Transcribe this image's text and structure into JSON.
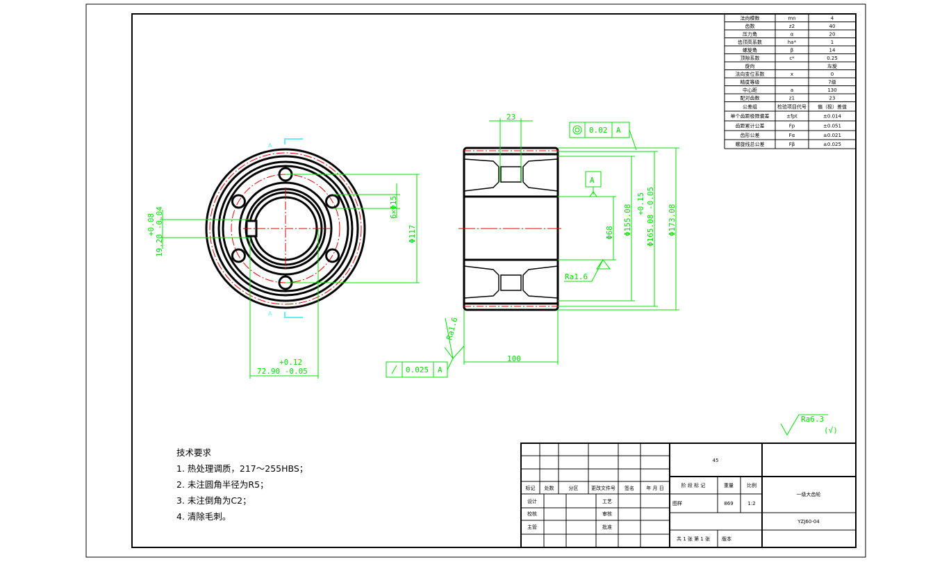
{
  "params_table": [
    [
      "法向模数",
      "mn",
      "4"
    ],
    [
      "齿数",
      "z2",
      "40"
    ],
    [
      "压力角",
      "α",
      "20"
    ],
    [
      "齿顶高系数",
      "ha*",
      "1"
    ],
    [
      "螺旋角",
      "β",
      "14"
    ],
    [
      "顶隙系数",
      "c*",
      "0.25"
    ],
    [
      "旋向",
      "",
      "左旋"
    ],
    [
      "法向变位系数",
      "x",
      "0"
    ],
    [
      "精度等级",
      "",
      "7级"
    ],
    [
      "中心距",
      "a",
      "130"
    ],
    [
      "配对齿数",
      "z1",
      "23"
    ]
  ],
  "tolerance_table": {
    "header": [
      "公差组",
      "检验项目代号",
      "偏（极）差值"
    ],
    "rows": [
      [
        "单个齿距极限偏差",
        "±fpt",
        "±0.014"
      ],
      [
        "齿距累计公差",
        "Fp",
        "±0.051"
      ],
      [
        "齿形公差",
        "Fα",
        "±0.021"
      ],
      [
        "螺旋线总公差",
        "Fβ",
        "±0.025"
      ]
    ]
  },
  "dims": {
    "d23": "23",
    "d173": "Φ173.08",
    "d165": "Φ165.08 -0.05",
    "d165_up": "+0.15",
    "d155": "Φ155.08",
    "d68": "Φ68",
    "d100": "100",
    "d117": "Φ117",
    "d15": "6×Φ15",
    "d7290": "72.90 -0.05",
    "d7290_up": "+0.12",
    "d1920": "19.20 -0.04",
    "d1920_up": "+0.08",
    "ra16a": "Ra1.6",
    "ra16b": "Ra1.6",
    "ra63": "Ra6.3",
    "ra63_note": "(√)",
    "datum": "A",
    "section_a": "A",
    "fcf_conc": {
      "value": "0.02",
      "datum": "A"
    },
    "fcf_runout": {
      "value": "0.025",
      "datum": "A"
    }
  },
  "tech_requirements": {
    "title": "技术要求",
    "items": [
      "1. 热处理调质，217～255HBS；",
      "2. 未注圆角半径为R5；",
      "3. 未注倒角为C2；",
      "4. 清除毛刺。"
    ]
  },
  "title_block": {
    "material": "45",
    "rev_headers": [
      "标记",
      "处数",
      "分区",
      "更改文件号",
      "签名",
      "年 月 日"
    ],
    "roles": [
      "设计",
      "校核",
      "主管"
    ],
    "roles2": [
      "工艺",
      "审核",
      "批准"
    ],
    "stage_mark": "阶 段 标 记",
    "weight_label": "重量",
    "scale_label": "比例",
    "drawing_label": "图样",
    "weight": "869",
    "scale": "1:2",
    "sheets": "共 1 张   第 1 张",
    "version": "版本",
    "part_name": "一级大齿轮",
    "drawing_no": "YZJ60-04"
  }
}
